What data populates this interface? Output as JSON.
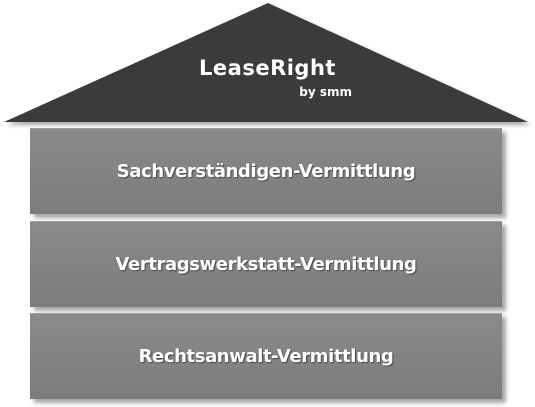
{
  "roof": {
    "title": "LeaseRight",
    "subtitle": "by smm",
    "color": "#3b3b3b"
  },
  "floors": [
    {
      "label": "Sachverständigen-Vermittlung"
    },
    {
      "label": "Vertragswerkstatt-Vermittlung"
    },
    {
      "label": "Rechtsanwalt-Vermittlung"
    }
  ],
  "colors": {
    "floor": "#828282",
    "text": "#ffffff"
  }
}
